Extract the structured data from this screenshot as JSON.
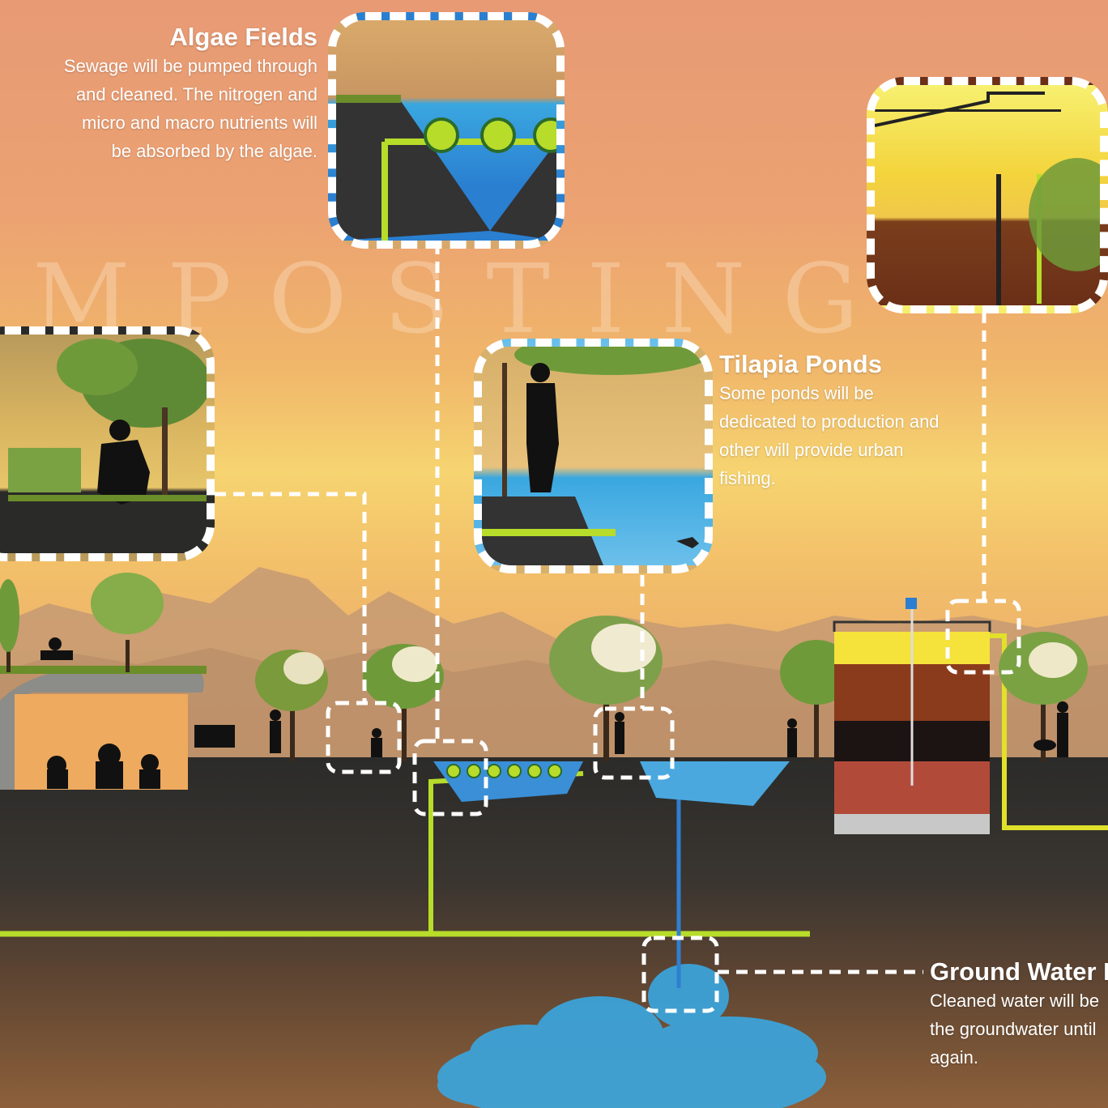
{
  "watermark_letters": [
    "M",
    "P",
    "O",
    "S",
    "T",
    "I",
    "N",
    "G"
  ],
  "labels": {
    "algae": {
      "title": "Algae Fields",
      "lines": [
        "Sewage will be pumped through",
        "and cleaned.  The nitrogen and",
        "micro and macro nutrients will",
        "be absorbed by the algae."
      ]
    },
    "tilapia": {
      "title": "Tilapia Ponds",
      "lines": [
        "Some ponds will be",
        "dedicated to production and",
        "other will provide urban",
        "fishing."
      ]
    },
    "groundwater": {
      "title": "Ground Water R",
      "lines": [
        "Cleaned water will be",
        "the groundwater until",
        "again."
      ]
    }
  },
  "colors": {
    "pipe_green": "#b7dc2a",
    "water_blue": "#3aa7e0",
    "dash_white": "#ffffff",
    "soil_dark": "#2e2d2a",
    "soil_brown": "#8d603b"
  }
}
